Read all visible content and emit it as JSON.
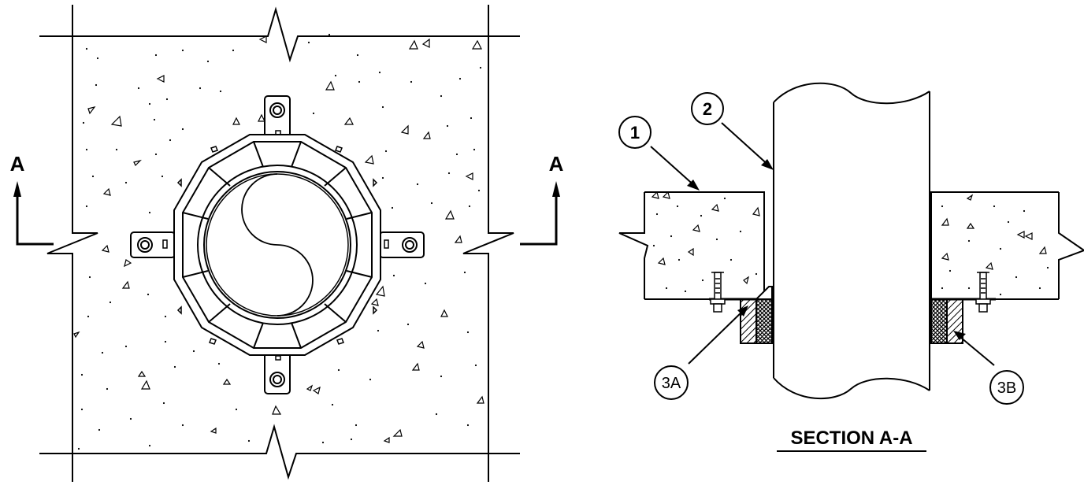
{
  "plan_view": {
    "section_marker_left": "A",
    "section_marker_right": "A"
  },
  "section_view": {
    "title": "SECTION A-A",
    "callouts": [
      "1",
      "2",
      "3A",
      "3B"
    ]
  },
  "colors": {
    "line": "#000000",
    "background": "#ffffff"
  }
}
